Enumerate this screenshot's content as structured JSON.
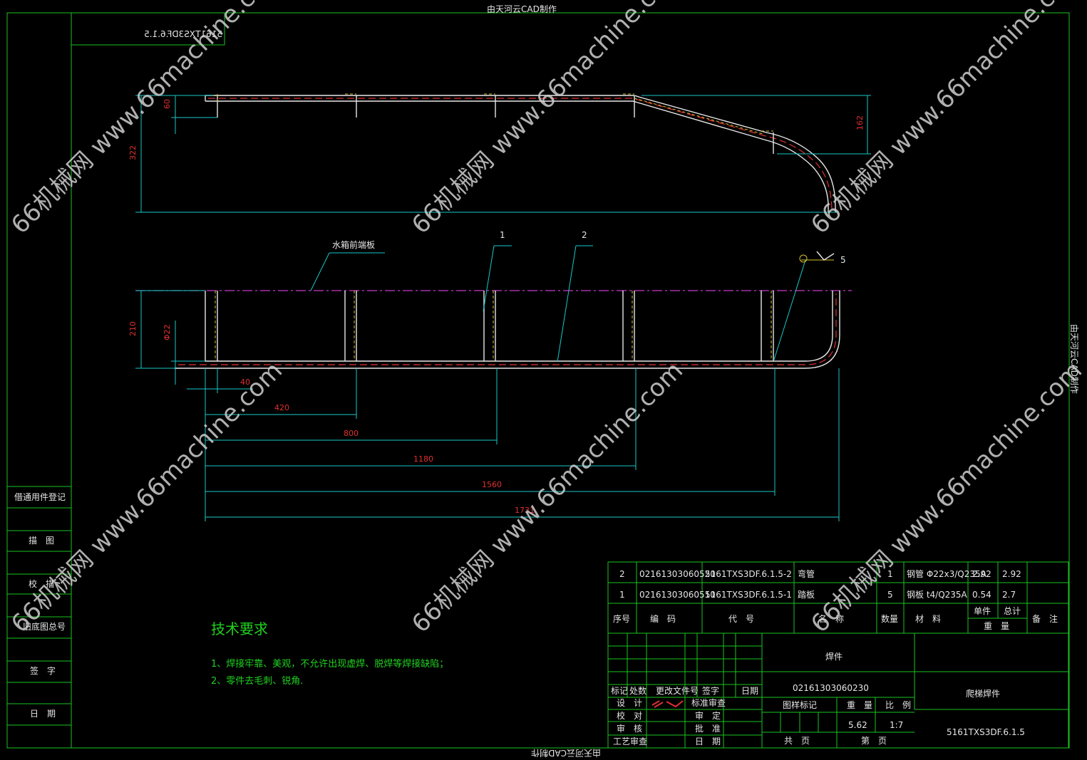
{
  "credit_top": "由天河云CAD制作",
  "credit_right": "由天河云CAD制作",
  "credit_bottom": "由天河云CAD制作",
  "mirrored_code": "5161TXS3DF.6.1.5",
  "watermark": "66机械网 www.66machine.com",
  "dimensions": {
    "d60": "60",
    "d322": "322",
    "d162": "162",
    "d210": "210",
    "d22": "Φ22",
    "d40": "40",
    "d420": "420",
    "d800": "800",
    "d1180": "1180",
    "d1560": "1560",
    "d1731": "1731"
  },
  "leaders": {
    "tank_front_plate": "水箱前端板",
    "item1": "1",
    "item2": "2",
    "weld5": "5"
  },
  "tech": {
    "title": "技术要求",
    "line1": "1、焊接牢靠、美观，不允许出现虚焊、脱焊等焊接缺陷；",
    "line2": "2、零件去毛刺、锐角."
  },
  "left_strip": [
    "借通用件登记",
    "描　图",
    "校　描",
    "旧底图总号",
    "签　字",
    "日　期"
  ],
  "bom": {
    "rows": [
      {
        "no": "2",
        "code": "02161303060520",
        "drawing": "5161TXS3DF.6.1.5-2",
        "name": "弯管",
        "qty": "1",
        "material": "钢管 Φ22x3/Q235A",
        "unit": "2.92",
        "total": "2.92",
        "note": ""
      },
      {
        "no": "1",
        "code": "02161303060510",
        "drawing": "5161TXS3DF.6.1.5-1",
        "name": "踏板",
        "qty": "5",
        "material": "钢板 t4/Q235A",
        "unit": "0.54",
        "total": "2.7",
        "note": ""
      }
    ],
    "headers": {
      "no": "序号",
      "code": "编　码",
      "drawing": "代　号",
      "name": "名　称",
      "qty": "数量",
      "material": "材　料",
      "unit": "单件",
      "total": "总计",
      "weight": "重　量",
      "note": "备　注"
    }
  },
  "title_block": {
    "type": "焊件",
    "code": "02161303060230",
    "name": "爬梯焊件",
    "drawing_no": "5161TXS3DF.6.1.5",
    "mark_label": "图样标记",
    "weight_label": "重　量",
    "scale_label": "比　例",
    "weight": "5.62",
    "scale": "1:7",
    "total_sheets": "共　页",
    "sheet": "第　页",
    "rev_headers": [
      "标记",
      "处数",
      "更改文件号",
      "签字",
      "日期"
    ],
    "roles": [
      "设　计",
      "校　对",
      "审　核",
      "工艺审查"
    ],
    "roles2": [
      "标准审查",
      "审　定",
      "批　准",
      "日　期"
    ]
  }
}
